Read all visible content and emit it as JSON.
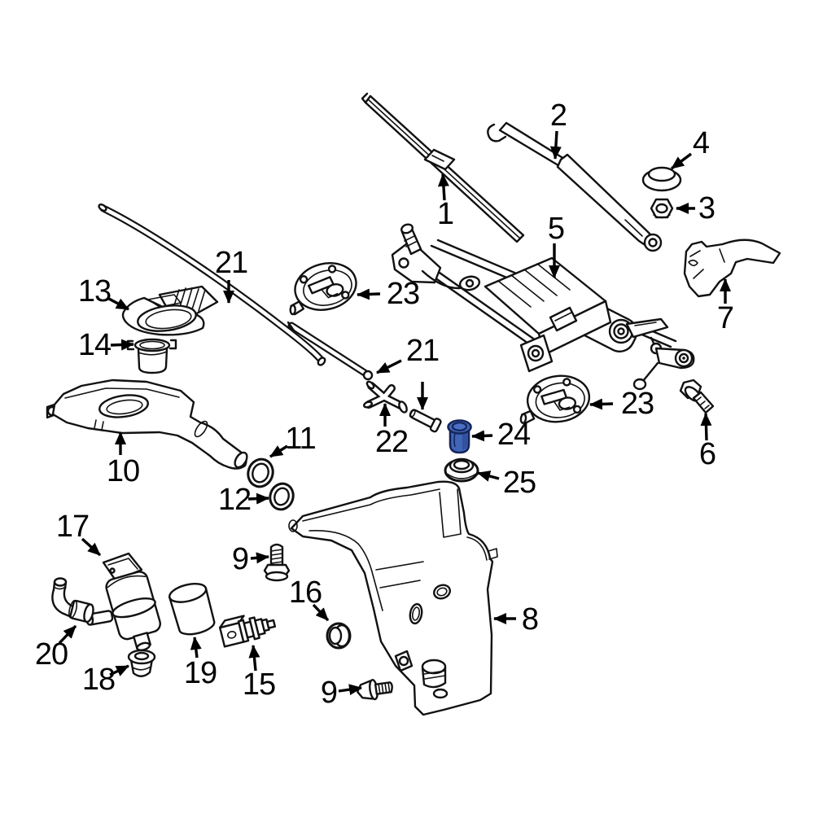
{
  "page": {
    "background": "#ffffff",
    "line_color": "#111111"
  },
  "diagram": {
    "type": "exploded-parts-diagram",
    "highlight": {
      "part_number": "24",
      "fill": "#4166b8",
      "outline": "#16265c"
    },
    "callouts": [
      {
        "number": "1"
      },
      {
        "number": "2"
      },
      {
        "number": "3"
      },
      {
        "number": "4"
      },
      {
        "number": "5"
      },
      {
        "number": "6"
      },
      {
        "number": "7"
      },
      {
        "number": "8"
      },
      {
        "number": "9"
      },
      {
        "number": "9"
      },
      {
        "number": "10"
      },
      {
        "number": "11"
      },
      {
        "number": "12"
      },
      {
        "number": "13"
      },
      {
        "number": "14"
      },
      {
        "number": "15"
      },
      {
        "number": "16"
      },
      {
        "number": "17"
      },
      {
        "number": "18"
      },
      {
        "number": "19"
      },
      {
        "number": "20"
      },
      {
        "number": "21"
      },
      {
        "number": "21"
      },
      {
        "number": "22"
      },
      {
        "number": "23"
      },
      {
        "number": "23"
      },
      {
        "number": "24"
      },
      {
        "number": "25"
      }
    ]
  }
}
